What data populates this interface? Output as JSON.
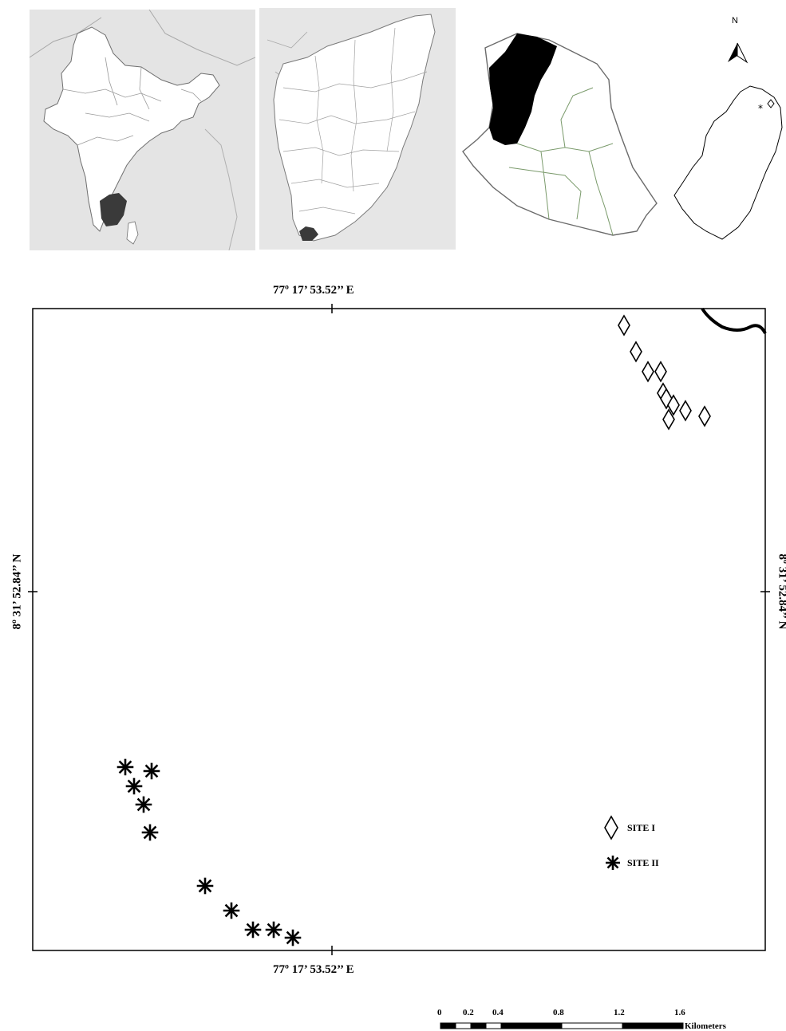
{
  "coordinates": {
    "longitude_top": "77º 17’ 53.52’’ E",
    "longitude_bottom": "77º 17’ 53.52’’ E",
    "latitude_left": "8º 31’ 52.84’’ N",
    "latitude_right": "8º 31’ 52.84’’ N"
  },
  "legend": {
    "site1_label": "SITE I",
    "site2_label": "SITE II"
  },
  "north_arrow": {
    "label": "N",
    "icon": "north-arrow-icon"
  },
  "scale_bar": {
    "ticks": [
      "0",
      "0.2",
      "0.4",
      "0.8",
      "1.2",
      "1.6"
    ],
    "unit": "Kilometers"
  },
  "colors": {
    "highlight_region": "#3a3a3a",
    "district_fill": "#000000",
    "map_background": "#e6e6e6"
  }
}
